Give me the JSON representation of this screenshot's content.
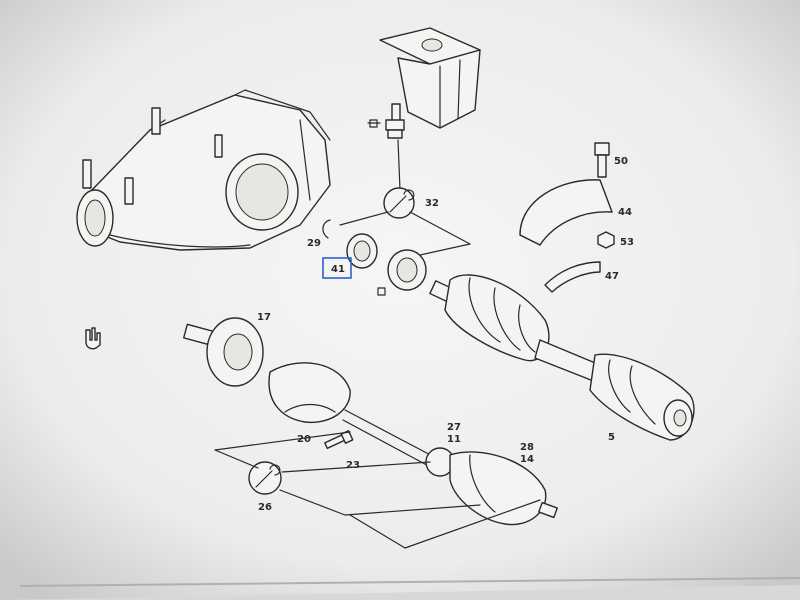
{
  "diagram": {
    "callouts": [
      {
        "id": "c50",
        "text": "50"
      },
      {
        "id": "c32",
        "text": "32"
      },
      {
        "id": "c44",
        "text": "44"
      },
      {
        "id": "c29",
        "text": "29"
      },
      {
        "id": "c53",
        "text": "53"
      },
      {
        "id": "c41",
        "text": "41"
      },
      {
        "id": "c47",
        "text": "47"
      },
      {
        "id": "c17",
        "text": "17"
      },
      {
        "id": "c5",
        "text": "5"
      },
      {
        "id": "c27",
        "text": "27"
      },
      {
        "id": "c11",
        "text": "11"
      },
      {
        "id": "c20",
        "text": "20"
      },
      {
        "id": "c28",
        "text": "28"
      },
      {
        "id": "c14",
        "text": "14"
      },
      {
        "id": "c23",
        "text": "23"
      },
      {
        "id": "c26",
        "text": "26"
      }
    ],
    "selected_callout": "41",
    "accent_color": "#2f5fd0",
    "icons": [
      "wrench-icon",
      "torque-symbol-icon",
      "hand-cursor-icon"
    ]
  }
}
